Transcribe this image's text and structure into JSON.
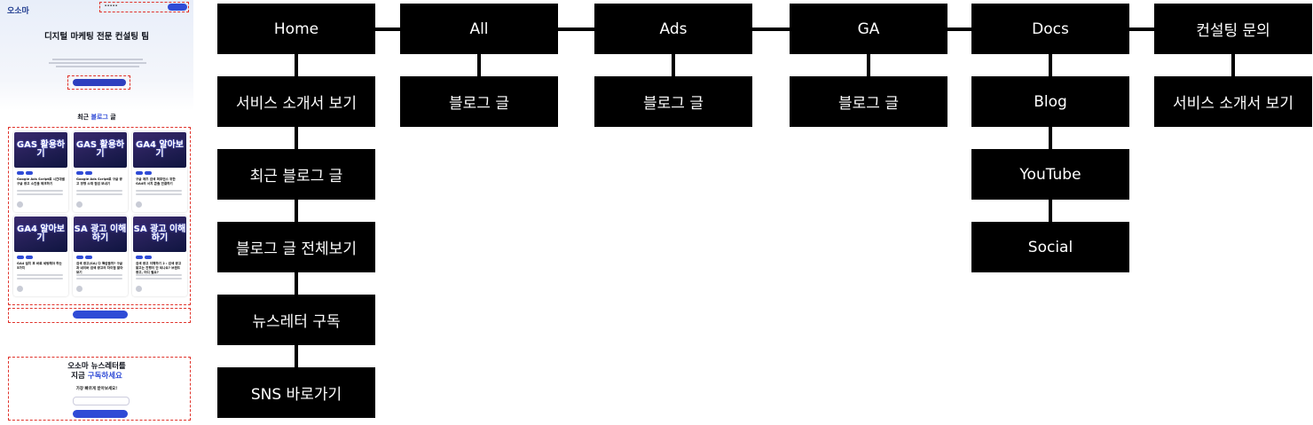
{
  "site": {
    "logo": "오소마",
    "hero_title": "디지털 마케팅 전문 컨설팅 팀",
    "section_title_prefix": "최근 ",
    "section_title_highlight": "블로그",
    "section_title_suffix": " 글",
    "newsletter_title_line1": "오소마 뉴스레터를",
    "newsletter_title_line2_prefix": "지금 ",
    "newsletter_title_line2_highlight": "구독하세요",
    "newsletter_sub": "가장 빠르게 받아보세요!",
    "cards": [
      {
        "thumb": "GAS 활용하기",
        "title": "Google Ads Script로 시간대별 구글 광고 소진율 체크하기"
      },
      {
        "thumb": "GAS 활용하기",
        "title": "Google Ads Script로 구글 광고 경쟁 소재 점검 보내기"
      },
      {
        "thumb": "GA4 알아보기",
        "title": "구글 애즈 검색 퍼포먼스 위한 GA4의 서치 콘솔 연결하기"
      },
      {
        "thumb": "GA4 알아보기",
        "title": "GA4 설치 후 바로 세팅해야 하는 5가지"
      },
      {
        "thumb": "SA 광고 이해하기",
        "title": "검색 광고(SA) 다 똑같을까? 구글과 네이버 검색 광고의 차이점 알아보기"
      },
      {
        "thumb": "SA 광고 이해하기",
        "title": "검색 광고 이해하기 2 : 검색 광고 알고는 진행이 안 되나요? 브랜드 광고, 어디 필요?"
      }
    ]
  },
  "diagram": {
    "columns": [
      {
        "header": "Home",
        "children": [
          "서비스 소개서 보기",
          "최근 블로그 글",
          "블로그 글 전체보기",
          "뉴스레터 구독",
          "SNS 바로가기"
        ]
      },
      {
        "header": "All",
        "children": [
          "블로그 글"
        ]
      },
      {
        "header": "Ads",
        "children": [
          "블로그 글"
        ]
      },
      {
        "header": "GA",
        "children": [
          "블로그 글"
        ]
      },
      {
        "header": "Docs",
        "children": [
          "Blog",
          "YouTube",
          "Social"
        ]
      },
      {
        "header": "컨설팅 문의",
        "children": [
          "서비스 소개서 보기"
        ]
      }
    ]
  }
}
